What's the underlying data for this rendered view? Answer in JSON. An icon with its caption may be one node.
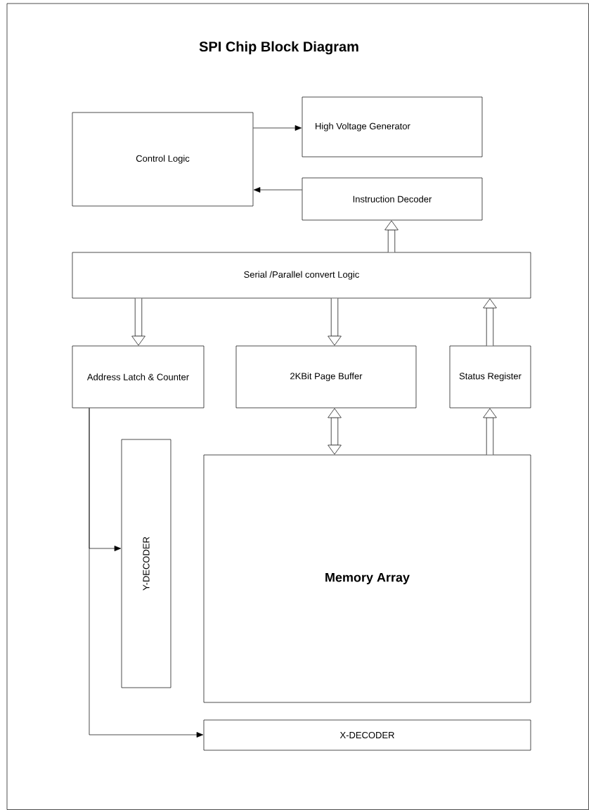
{
  "diagram": {
    "title": "SPI Chip Block Diagram",
    "nodes": [
      {
        "text": [
          "Control Logic"
        ]
      },
      {
        "text": [
          "High Voltage Generator"
        ]
      },
      {
        "text": [
          "Instruction Decoder"
        ]
      },
      {
        "text": [
          "Serial /Parallel convert Logic"
        ]
      },
      {
        "text": [
          "Address Latch & Counter"
        ]
      },
      {
        "text": [
          "2KBit Page Buffer"
        ]
      },
      {
        "text": [
          "Status Register"
        ]
      },
      {
        "text": [
          "Y-DECODER"
        ]
      },
      {
        "text": [
          "Memory Array"
        ]
      },
      {
        "text": [
          "X-DECODER"
        ]
      }
    ],
    "edges": [
      {
        "from": 0,
        "to": 1,
        "arrow": "to"
      },
      {
        "from": 2,
        "to": 0,
        "arrow": "to"
      },
      {
        "from": 3,
        "to": 2,
        "arrow": "to"
      },
      {
        "from": 3,
        "to": 4,
        "arrow": "to"
      },
      {
        "from": 3,
        "to": 5,
        "arrow": "to"
      },
      {
        "from": 6,
        "to": 3,
        "arrow": "to"
      },
      {
        "from": 5,
        "to": 8,
        "arrow": "both"
      },
      {
        "from": 8,
        "to": 6,
        "arrow": "to"
      },
      {
        "from": 4,
        "to": 7,
        "arrow": "to"
      },
      {
        "from": 4,
        "to": 9,
        "arrow": "to"
      }
    ]
  }
}
